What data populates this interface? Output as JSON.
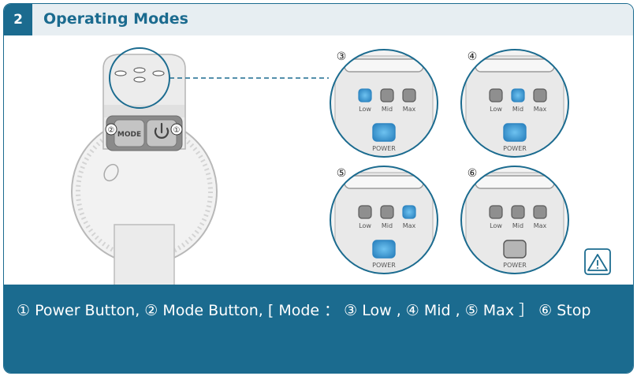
{
  "header": {
    "section_number": "2",
    "title": "Operating Modes"
  },
  "device": {
    "mode_button_label": "MODE",
    "mode_badge": "②",
    "power_badge": "①"
  },
  "panels": [
    {
      "badge": "③",
      "labels": [
        "Low",
        "Mid",
        "Max"
      ],
      "power_label": "POWER",
      "active": "Low",
      "power_on": true
    },
    {
      "badge": "④",
      "labels": [
        "Low",
        "Mid",
        "Max"
      ],
      "power_label": "POWER",
      "active": "Mid",
      "power_on": true
    },
    {
      "badge": "⑤",
      "labels": [
        "Low",
        "Mid",
        "Max"
      ],
      "power_label": "POWER",
      "active": "Max",
      "power_on": true
    },
    {
      "badge": "⑥",
      "labels": [
        "Low",
        "Mid",
        "Max"
      ],
      "power_label": "POWER",
      "active": "",
      "power_on": false
    }
  ],
  "footer": {
    "text": "① Power Button, ② Mode Button, [ Mode ： ③ Low , ④ Mid , ⑤ Max ］ ⑥ Stop"
  },
  "colors": {
    "brand": "#1b6b8f",
    "led_on": "#4a9fd4",
    "led_off": "#9a9a9a"
  },
  "icons": {
    "warning": "warning-triangle-icon",
    "power": "power-icon"
  }
}
